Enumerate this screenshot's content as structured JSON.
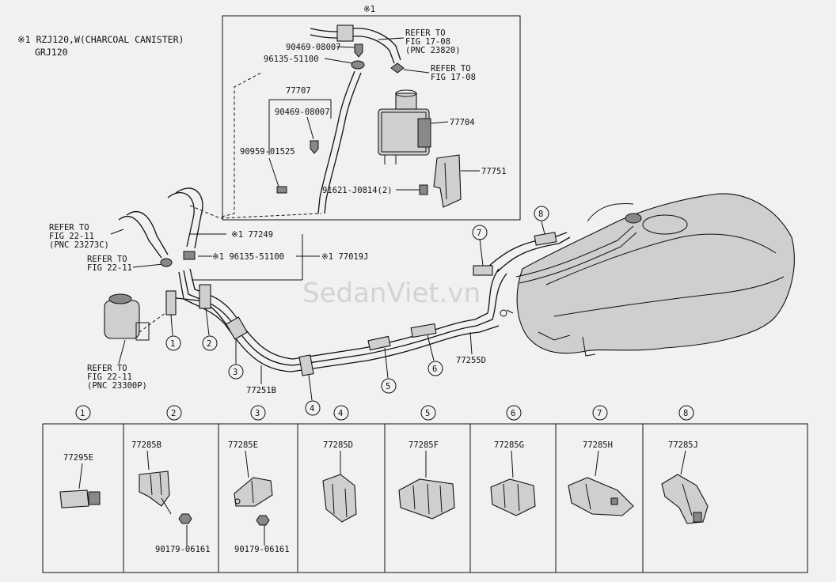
{
  "header": {
    "inset_mark": "※1",
    "note_line1": "※1 RZJ120,W(CHARCOAL CANISTER)",
    "note_line2": "GRJ120"
  },
  "inset": {
    "refer1": [
      "REFER TO",
      "FIG 17-08",
      "(PNC 23820)"
    ],
    "refer2": [
      "REFER TO",
      "FIG 17-08"
    ],
    "parts": {
      "p90469a": "90469-08007",
      "p96135": "96135-51100",
      "p77707": "77707",
      "p90469b": "90469-08007",
      "p90959": "90959-01525",
      "p77704": "77704",
      "p77751": "77751",
      "p91621": "91621-J0814(2)"
    }
  },
  "main": {
    "refer_a": [
      "REFER TO",
      "FIG 22-11",
      "(PNC 23273C)"
    ],
    "refer_b": [
      "REFER TO",
      "FIG 22-11"
    ],
    "refer_c": [
      "REFER TO",
      "FIG 22-11",
      "(PNC 23300P)"
    ],
    "c77249": "※1  77249",
    "c96135": "※1  96135-51100",
    "c77019": "※1  77019J",
    "c77251": "77251B",
    "c77255": "77255D",
    "callouts": [
      "1",
      "2",
      "3",
      "4",
      "5",
      "6",
      "7",
      "8"
    ]
  },
  "watermark": "SedanViet.vn",
  "table": {
    "columns": [
      {
        "num": "1",
        "part": "77295E",
        "extra": ""
      },
      {
        "num": "2",
        "part": "77285B",
        "extra": "90179-06161"
      },
      {
        "num": "3",
        "part": "77285E",
        "extra": "90179-06161"
      },
      {
        "num": "4",
        "part": "77285D",
        "extra": ""
      },
      {
        "num": "5",
        "part": "77285F",
        "extra": ""
      },
      {
        "num": "6",
        "part": "77285G",
        "extra": ""
      },
      {
        "num": "7",
        "part": "77285H",
        "extra": ""
      },
      {
        "num": "8",
        "part": "77285J",
        "extra": ""
      }
    ]
  }
}
